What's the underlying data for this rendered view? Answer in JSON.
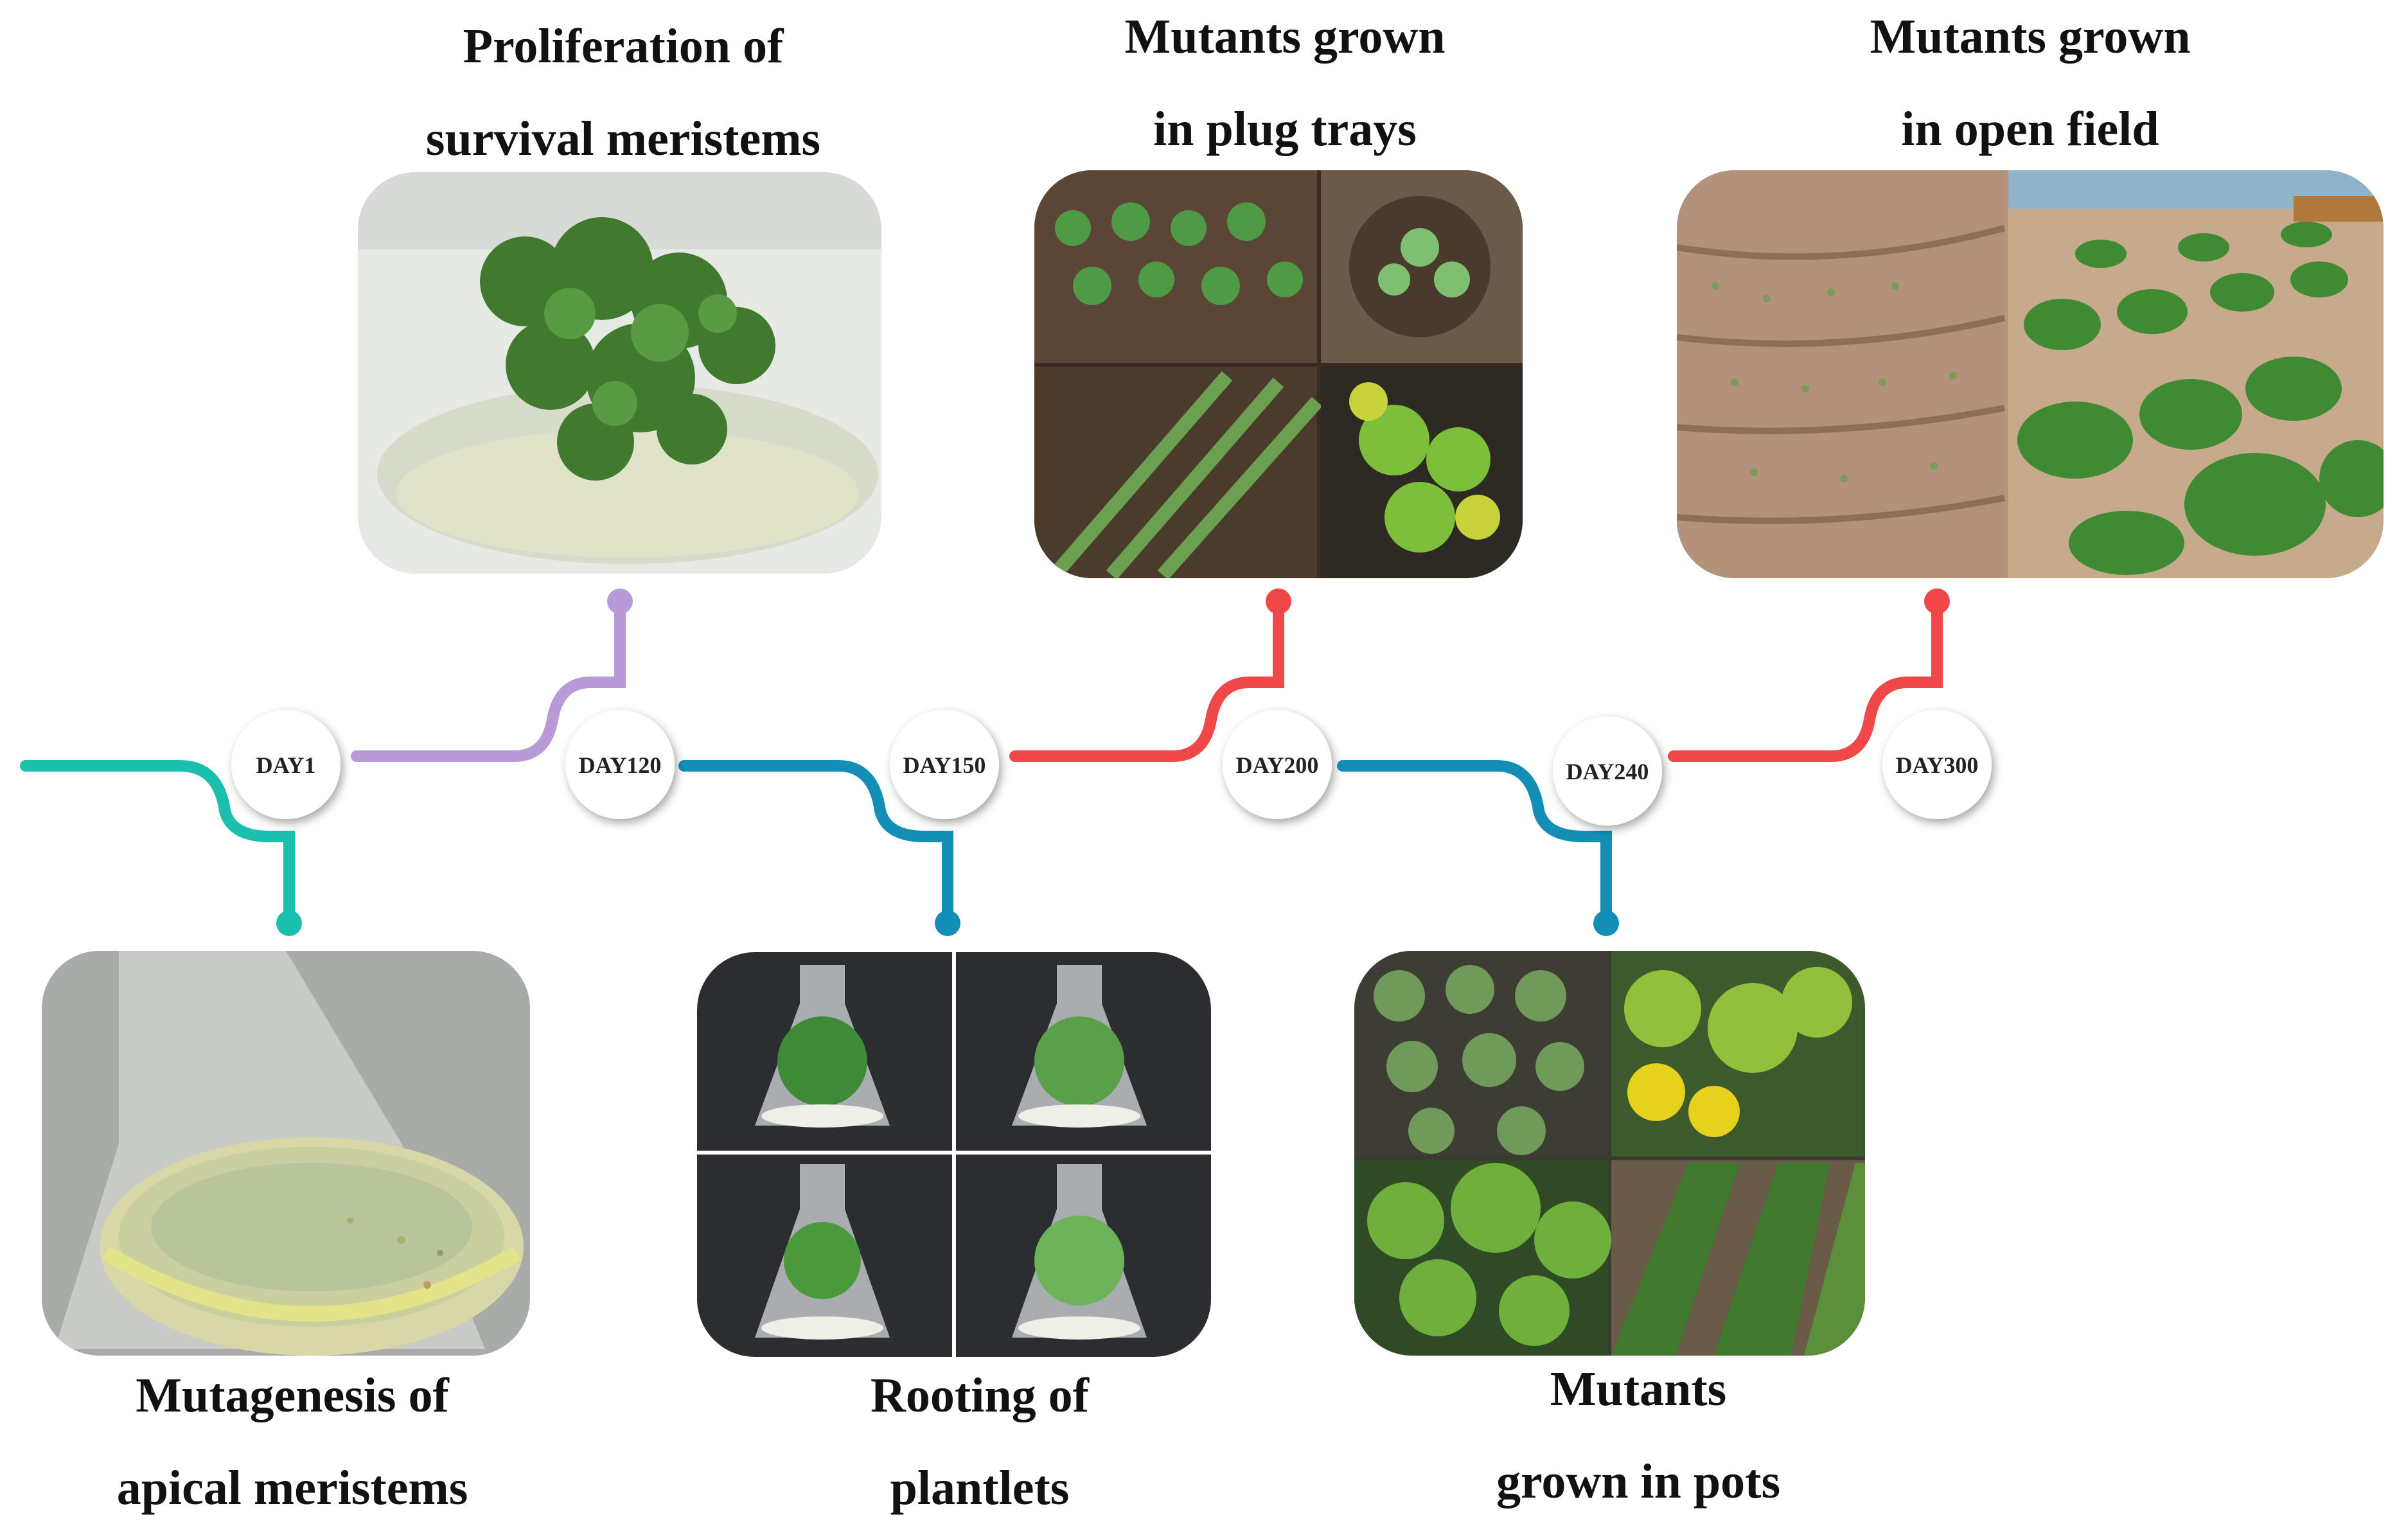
{
  "stages": [
    {
      "day": "DAY1",
      "color": "#1bbfae",
      "caption": [
        "Mutagenesis of",
        "apical meristems"
      ]
    },
    {
      "day": "DAY120",
      "color": "#b99ad8",
      "caption": [
        "Proliferation of",
        "survival meristems"
      ]
    },
    {
      "day": "DAY150",
      "color": "#138fb5",
      "caption": [
        "Rooting of",
        "plantlets"
      ]
    },
    {
      "day": "DAY200",
      "color": "#f04848",
      "caption": [
        "Mutants grown",
        "in plug trays"
      ]
    },
    {
      "day": "DAY240",
      "color": "#138fb5",
      "caption": [
        "Mutants",
        "grown in pots"
      ]
    },
    {
      "day": "DAY300",
      "color": "#f04848",
      "caption": [
        "Mutants grown",
        "in open field"
      ]
    }
  ]
}
